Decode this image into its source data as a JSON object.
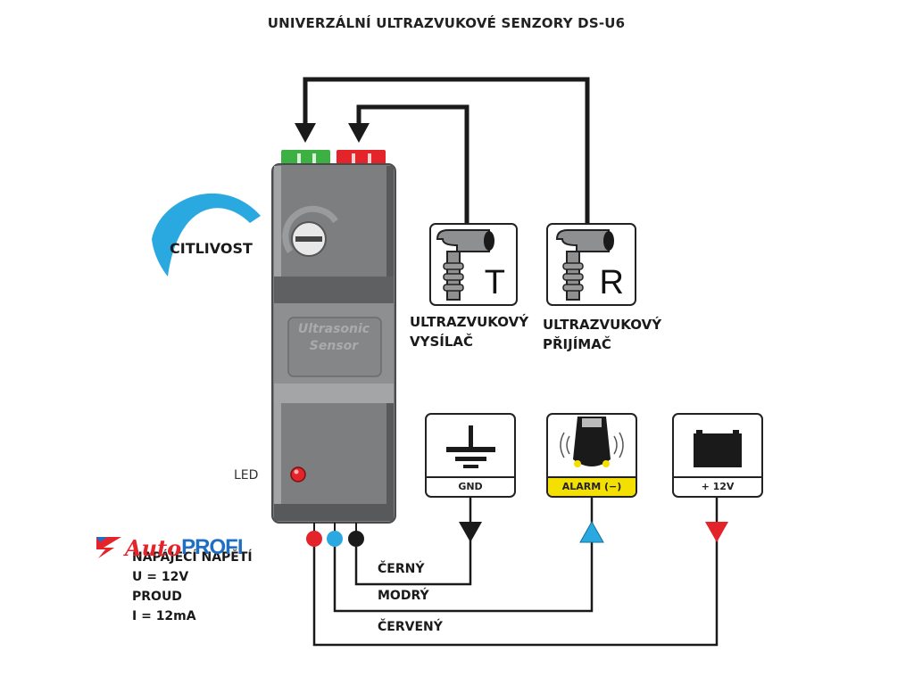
{
  "title": "UNIVERZÁLNÍ ULTRAZVUKOVÉ SENZORY DS-U6",
  "module": {
    "label_line1": "Ultrasonic",
    "label_line2": "Sensor",
    "led_label": "LED",
    "sensitivity_label": "CITLIVOST"
  },
  "sensors": [
    {
      "letter": "T",
      "line1": "ULTRAZVUKOVÝ",
      "line2": "VYSÍLAČ"
    },
    {
      "letter": "R",
      "line1": "ULTRAZVUKOVÝ",
      "line2": "PŘIJÍMAČ"
    }
  ],
  "outputs": [
    {
      "label": "GND",
      "wire": "ČERNÝ",
      "color": "#1a1a1a"
    },
    {
      "label": "ALARM (−)",
      "wire": "MODRÝ",
      "color": "#2aa8e0"
    },
    {
      "label": "+ 12V",
      "wire": "ČERVENÝ",
      "color": "#e3242b"
    }
  ],
  "specs": {
    "line1": "NAPÁJECÍ NAPĚTÍ",
    "line2": "U = 12V",
    "line3": "PROUD",
    "line4": "I = 12mA"
  },
  "logo": {
    "part1": "Auto",
    "part2": "PROFI"
  },
  "colors": {
    "connector_green": "#3cb043",
    "connector_red": "#e3242b",
    "wire_blue": "#2aa8e0",
    "module_gray": "#7d7e80",
    "alarm_yellow": "#f4e000"
  }
}
